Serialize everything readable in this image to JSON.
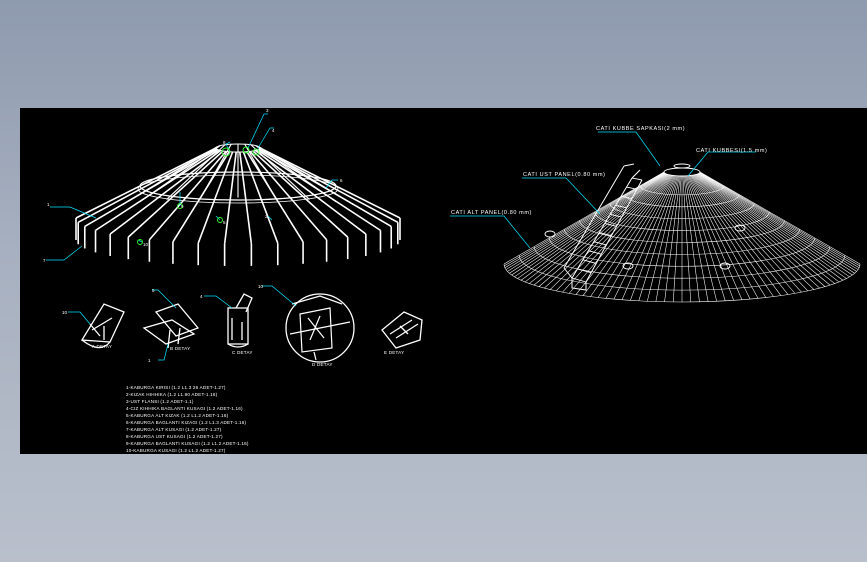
{
  "colors": {
    "background": "#000000",
    "line": "#ffffff",
    "leader": "#00e5ff",
    "highlight": "#33ff33"
  },
  "right_view": {
    "labels": [
      "CATI KUBBE SAPKASI(2 mm)",
      "CATI KUBBESI(1.5 mm)",
      "CATI UST PANEL(0.80 mm)",
      "CATI ALT PANEL(0.80 mm)"
    ]
  },
  "left_view": {
    "part_numbers": [
      "1",
      "2",
      "3",
      "4",
      "5",
      "6",
      "7",
      "8",
      "9",
      "10"
    ]
  },
  "details": {
    "part_numbers": [
      "10",
      "5",
      "4",
      "10"
    ],
    "captions": [
      "A DETAY",
      "B DETAY",
      "C DETAY",
      "D DETAY",
      "E DETAY"
    ]
  },
  "legend": [
    "1-KABURGA KIRISI (1.2 L1.3 26 ADET-1.27)",
    "2-KIZAK HIHHIKA (1.2 L1.90 ADET-1.16)",
    "3-UST FLANSI (1.2 ADET-1.1)",
    "4-CIZ KIHHIKA BAGLANTI KUSAGI (1.2 ADET-1.16)",
    "5-KABURGA ALT KIZAK (1.2 L1.2 ADET-1.16)",
    "6-KABURGA BAGLANTI KIZAGI (1.2 L1.3 ADET-1.16)",
    "7-KABURGA ALT KUSAGI (1.2 ADET-1.27)",
    "8-KABURGA UST KUSAGI (1.2 ADET-1.27)",
    "9-KABURGA BAGLANTI KUSAGI (1.2 L1.2 ADET-1.16)",
    "10-KABURGA KUSAGI (1.2 L1.2 ADET-1.27)"
  ]
}
